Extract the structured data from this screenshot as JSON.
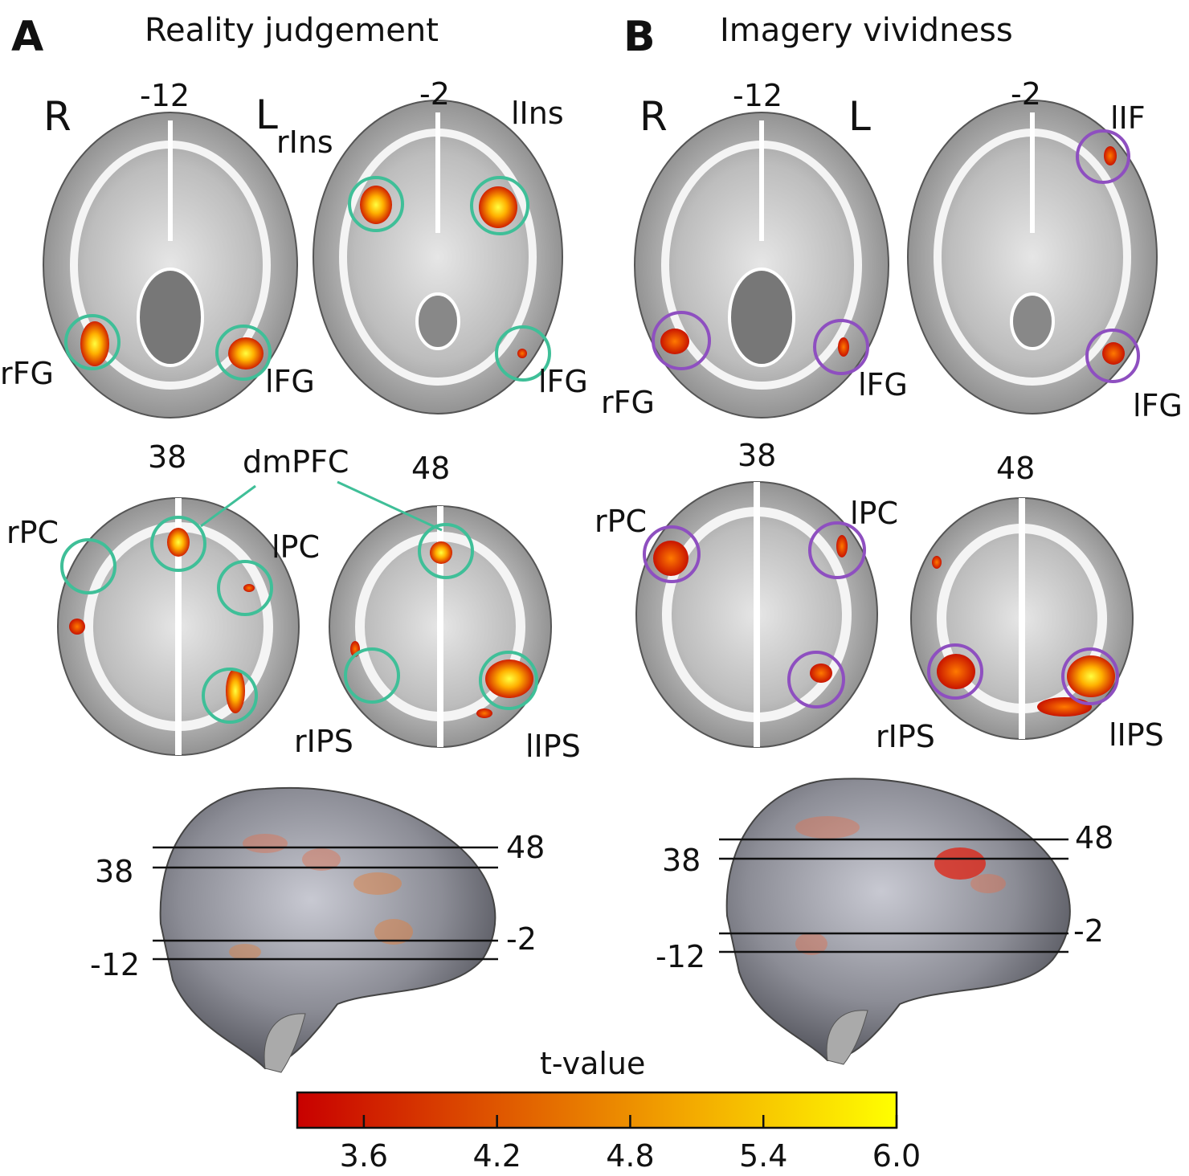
{
  "panels": {
    "A": {
      "letter": "A",
      "title": "Reality judgement",
      "slice_labels": {
        "s1": "-12",
        "s2": "-2",
        "s3": "38",
        "s4": "48"
      },
      "orientation": {
        "right": "R",
        "left": "L"
      },
      "regions": {
        "rIns": "rIns",
        "lIns": "lIns",
        "rFG": "rFG",
        "lFG_1": "lFG",
        "lFG_2": "lFG",
        "dmPFC": "dmPFC",
        "rPC": "rPC",
        "lPC": "lPC",
        "rIPS": "rIPS",
        "lIPS": "lIPS"
      },
      "brain_levels": {
        "l48": "48",
        "l38": "38",
        "lm2": "-2",
        "lm12": "-12"
      },
      "circle_color": "#3fbf98"
    },
    "B": {
      "letter": "B",
      "title": "Imagery vividness",
      "slice_labels": {
        "s1": "-12",
        "s2": "-2",
        "s3": "38",
        "s4": "48"
      },
      "orientation": {
        "right": "R",
        "left": "L"
      },
      "regions": {
        "lIF": "lIF",
        "rFG": "rFG",
        "lFG_1": "lFG",
        "lFG_2": "lFG",
        "rPC": "rPC",
        "lPC": "lPC",
        "rIPS": "rIPS",
        "lIPS": "lIPS"
      },
      "brain_levels": {
        "l48": "48",
        "l38": "38",
        "lm2": "-2",
        "lm12": "-12"
      },
      "circle_color": "#8e4fc0"
    }
  },
  "colorbar": {
    "label": "t-value",
    "min": 3.3,
    "max": 6.0,
    "ticks": [
      "3.6",
      "4.2",
      "4.8",
      "5.4",
      "6.0"
    ],
    "color_low": "#c80000",
    "color_high": "#ffff00"
  }
}
